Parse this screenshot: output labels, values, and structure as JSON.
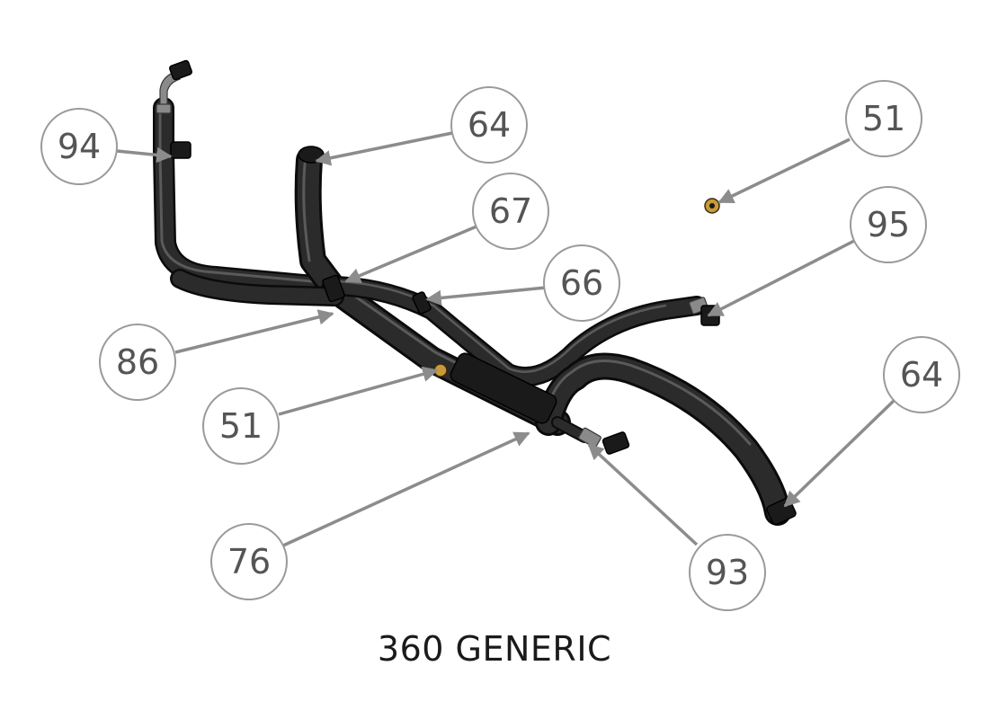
{
  "drawing": {
    "title": "360 GENERIC"
  },
  "callouts": [
    {
      "id": "c94",
      "label": "94"
    },
    {
      "id": "c64a",
      "label": "64"
    },
    {
      "id": "c51a",
      "label": "51"
    },
    {
      "id": "c67",
      "label": "67"
    },
    {
      "id": "c95",
      "label": "95"
    },
    {
      "id": "c66",
      "label": "66"
    },
    {
      "id": "c86",
      "label": "86"
    },
    {
      "id": "c64b",
      "label": "64"
    },
    {
      "id": "c51b",
      "label": "51"
    },
    {
      "id": "c76",
      "label": "76"
    },
    {
      "id": "c93",
      "label": "93"
    }
  ],
  "colors": {
    "hose": "#2b2b2b",
    "leader": "#8c8c8c",
    "balloon_stroke": "#9a9a9a",
    "balloon_text": "#555555",
    "brass_fitting": "#c89a3a"
  }
}
